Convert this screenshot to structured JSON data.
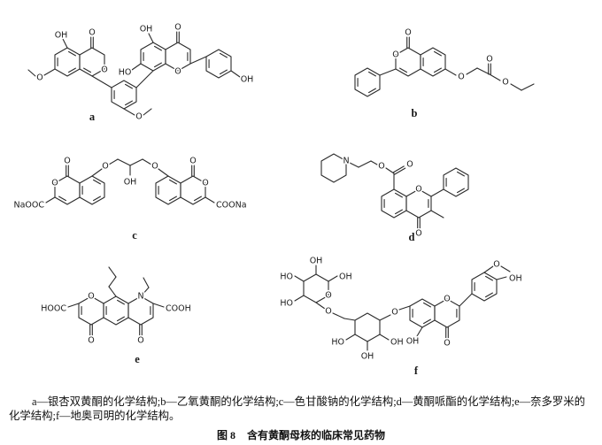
{
  "figure": {
    "panel_labels": {
      "a": "a",
      "b": "b",
      "c": "c",
      "d": "d",
      "e": "e",
      "f": "f"
    },
    "caption_line1": "a—银杏双黄酮的化学结构;b—乙氧黄酮的化学结构;c—色甘酸钠的化学结构;d—黄酮哌酯的化学结构;e—奈多罗米的",
    "caption_line2": "化学结构;f—地奥司明的化学结构。",
    "figure_no": "图 8",
    "figure_title": "含有黄酮母核的临床常见药物",
    "compound_names": {
      "a": "银杏双黄酮",
      "b": "乙氧黄酮",
      "c": "色甘酸钠",
      "d": "黄酮哌酯",
      "e": "奈多罗米",
      "f": "地奥司明"
    }
  },
  "atoms": {
    "O": "O",
    "OH": "OH",
    "HO": "HO",
    "N": "N",
    "NaOOC": "NaOOC",
    "COONa": "COONa",
    "HOOC": "HOOC",
    "COOH": "COOH"
  }
}
